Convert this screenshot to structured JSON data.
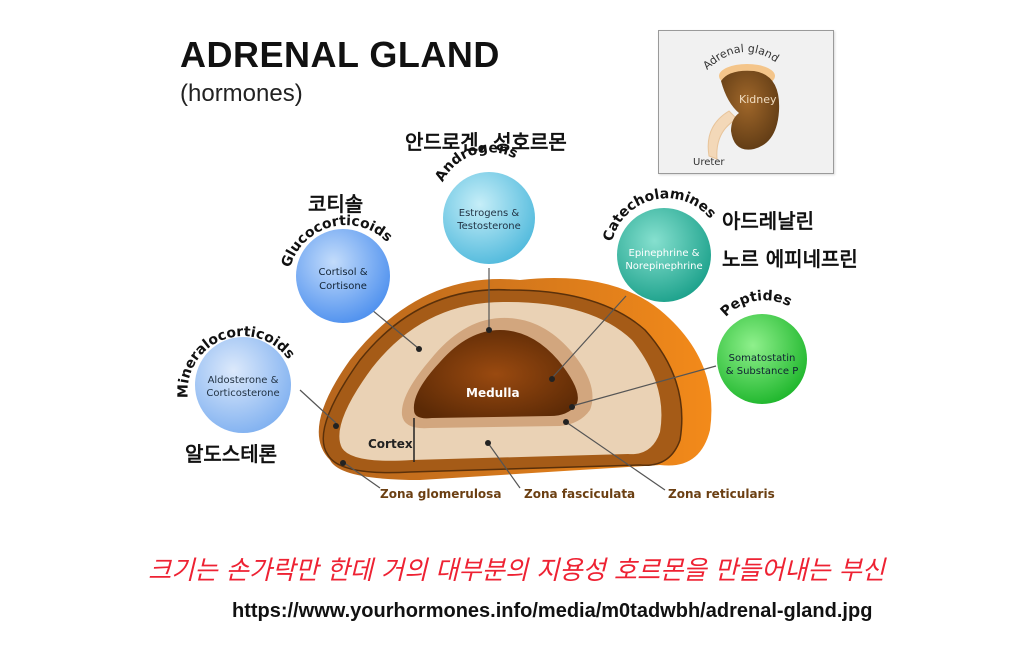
{
  "header": {
    "title": "ADRENAL GLAND",
    "subtitle": "(hormones)"
  },
  "inset": {
    "adrenal_label": "Adrenal gland",
    "kidney_label": "Kidney",
    "ureter_label": "Ureter"
  },
  "hormone_groups": [
    {
      "name": "Mineralocorticoids",
      "hormones_line1": "Aldosterone &",
      "hormones_line2": "Corticosterone",
      "korean": "알도스테론",
      "color": "#7fb0f0"
    },
    {
      "name": "Glucocorticoids",
      "hormones_line1": "Cortisol &",
      "hormones_line2": "Cortisone",
      "korean": "코티솔",
      "color": "#5a9cf0"
    },
    {
      "name": "Androgens",
      "hormones_line1": "Estrogens &",
      "hormones_line2": "Testosterone",
      "korean": "안드로겐, 성호르몬",
      "color": "#5cc3e0"
    },
    {
      "name": "Catecholamines",
      "hormones_line1": "Epinephrine &",
      "hormones_line2": "Norepinephrine",
      "korean_line1": "아드레날린",
      "korean_line2": "노르 에피네프린",
      "color": "#2bb8a0"
    },
    {
      "name": "Peptides",
      "hormones_line1": "Somatostatin",
      "hormones_line2": "& Substance P",
      "color": "#2ecc3a"
    }
  ],
  "gland": {
    "medulla_label": "Medulla",
    "cortex_label": "Cortex",
    "zones": [
      "Zona glomerulosa",
      "Zona fasciculata",
      "Zona reticularis"
    ]
  },
  "caption": "크기는 손가락만 한데 거의 대부분의 지용성 호르몬을 만들어내는 부신",
  "source_url": "https://www.yourhormones.info/media/m0tadwbh/adrenal-gland.jpg"
}
